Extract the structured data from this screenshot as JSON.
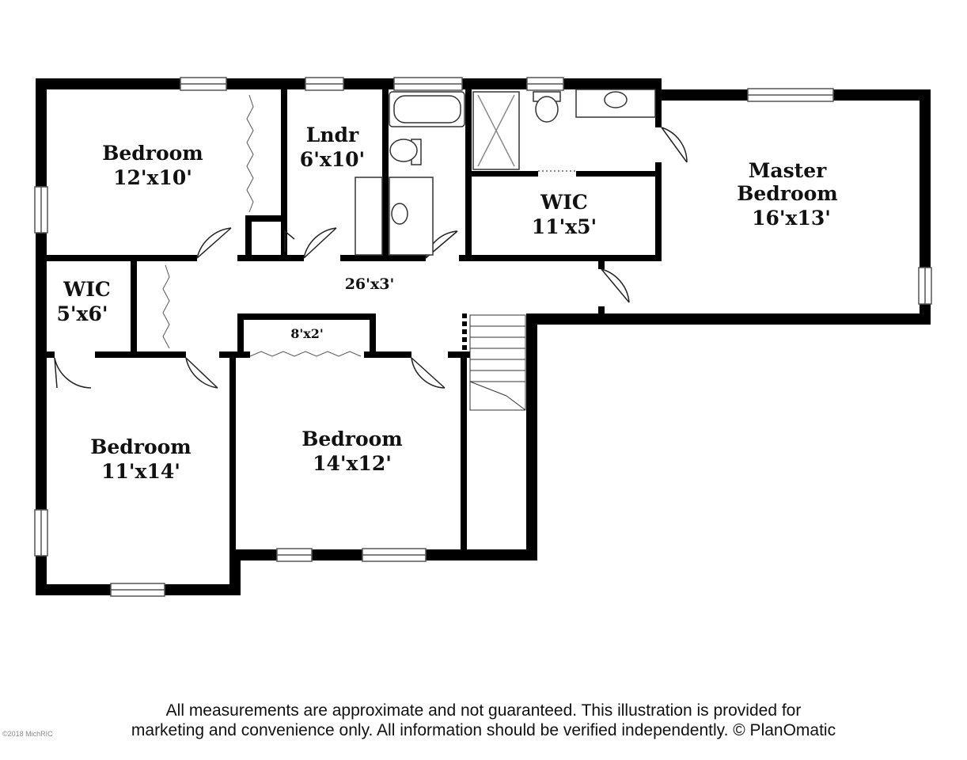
{
  "rooms": {
    "bedroom_nw": {
      "name": "Bedroom",
      "size": "12'x10'"
    },
    "laundry": {
      "name": "Lndr",
      "size": "6'x10'"
    },
    "wic_upper": {
      "name": "WIC",
      "size": "11'x5'"
    },
    "master": {
      "name_line1": "Master",
      "name_line2": "Bedroom",
      "size": "16'x13'"
    },
    "wic_west": {
      "name": "WIC",
      "size": "5'x6'"
    },
    "hall": {
      "size": "26'x3'"
    },
    "closet": {
      "size": "8'x2'"
    },
    "bedroom_sw": {
      "name": "Bedroom",
      "size": "11'x14'"
    },
    "bedroom_s": {
      "name": "Bedroom",
      "size": "14'x12'"
    }
  },
  "disclaimer": {
    "line1": "All measurements are approximate and not guaranteed. This illustration is provided for",
    "line2": "marketing and convenience only. All information should be verified independently. © PlanOmatic"
  },
  "watermark": "©2018 MichRIC"
}
